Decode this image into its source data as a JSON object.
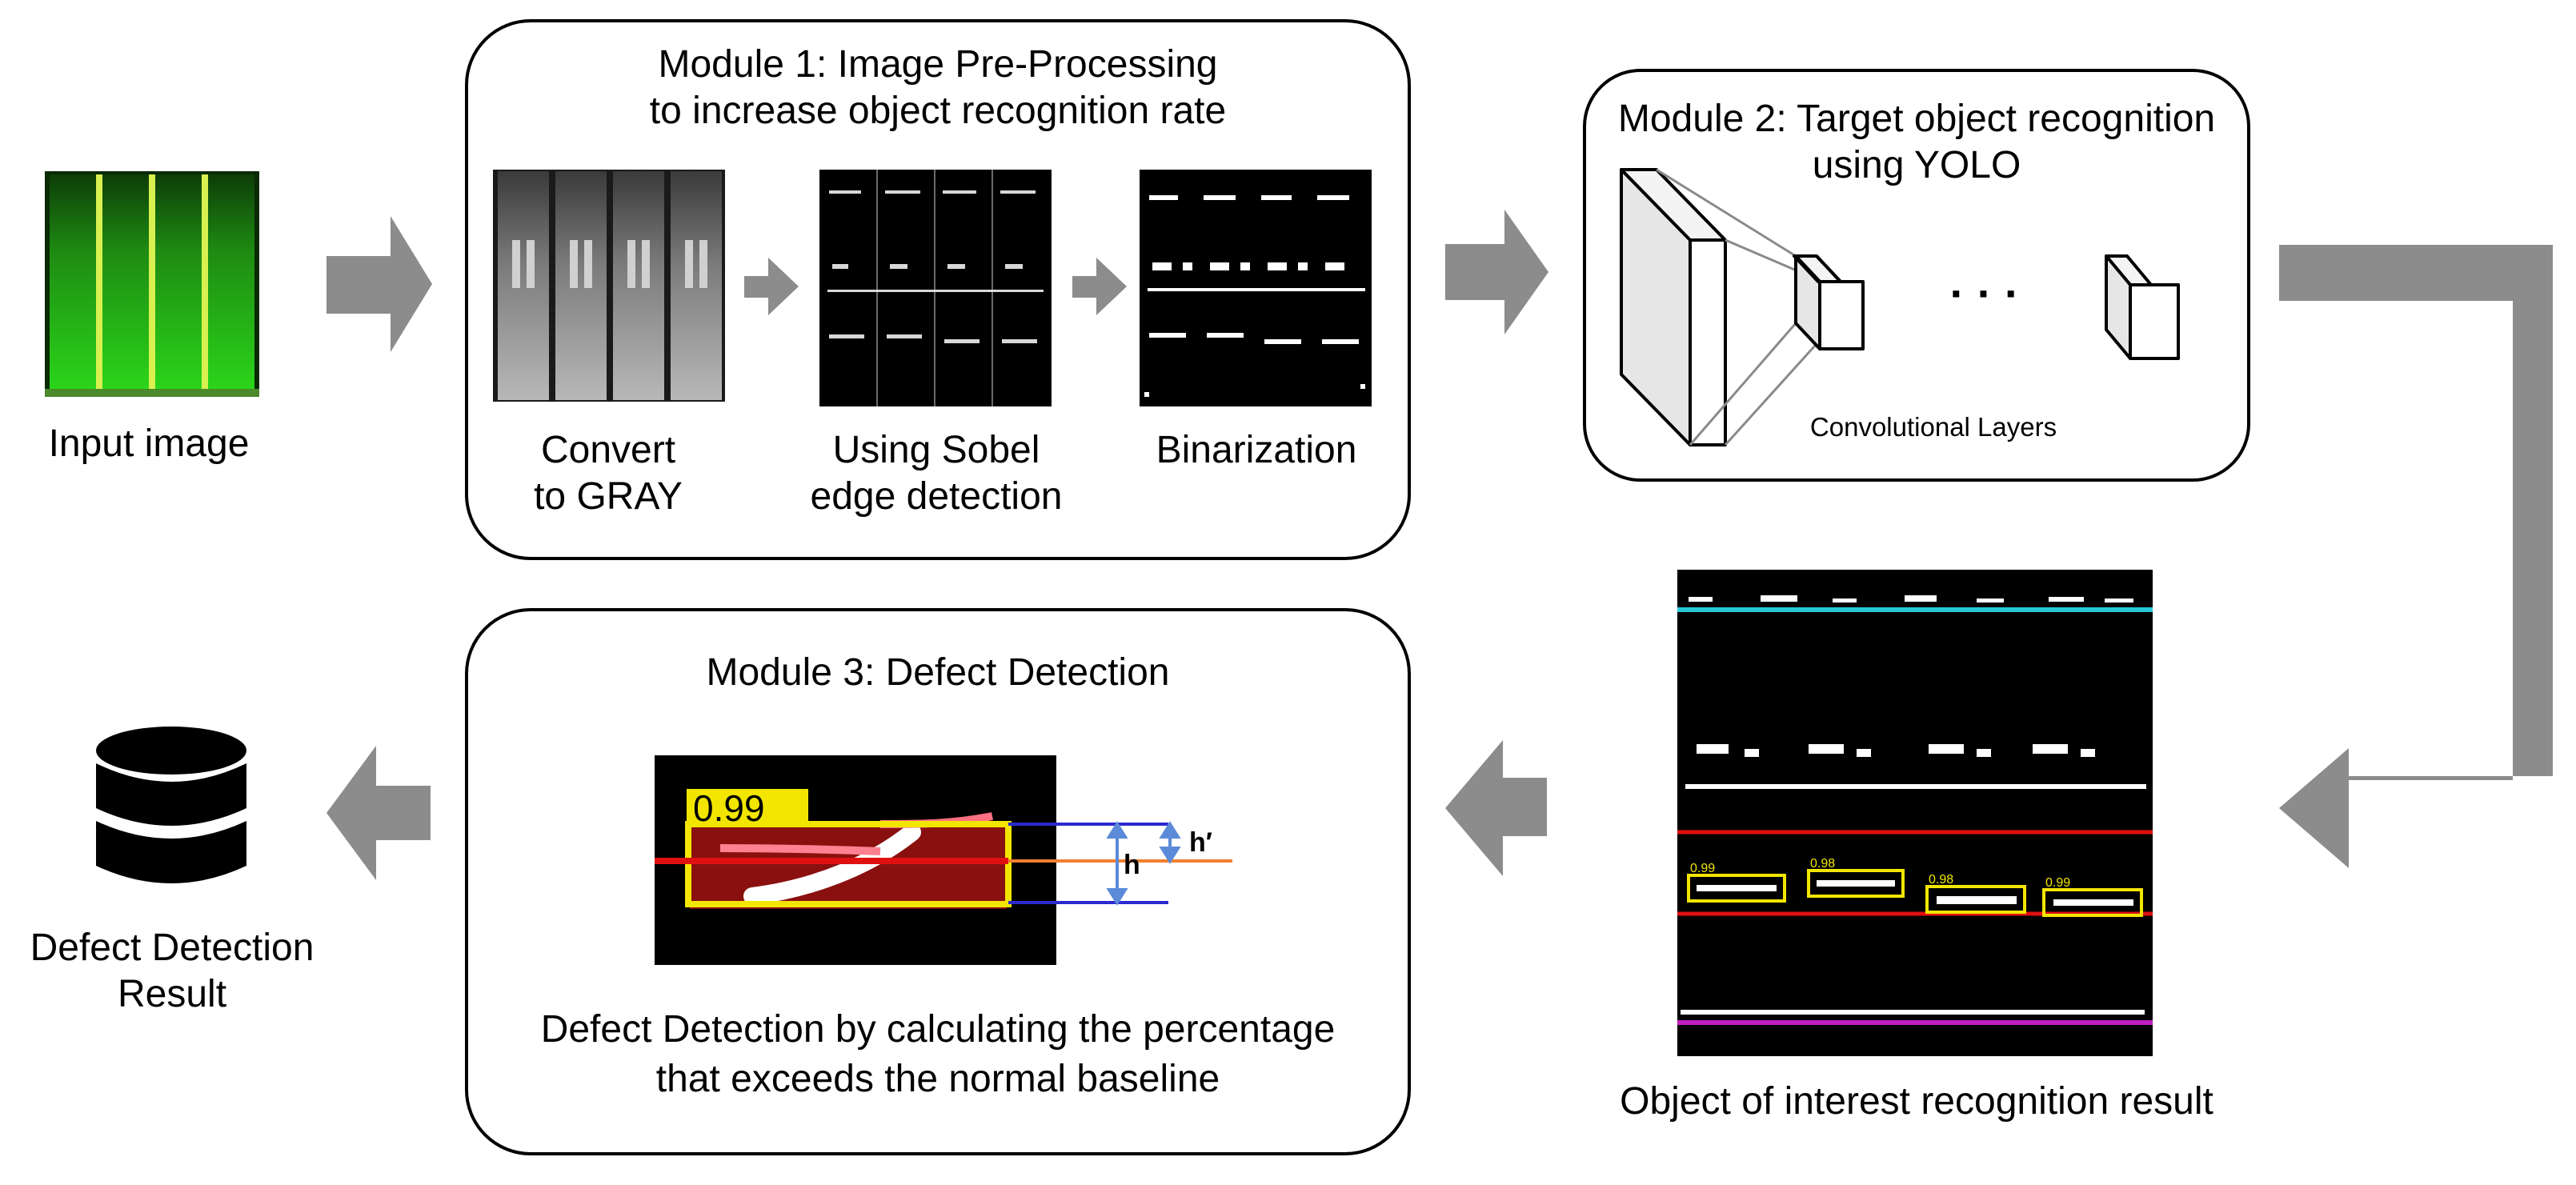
{
  "input_image": {
    "caption": "Input image"
  },
  "module1": {
    "title_line1": "Module 1: Image Pre-Processing",
    "title_line2": "to increase object recognition rate",
    "step1_line1": "Convert",
    "step1_line2": "to GRAY",
    "step2_line1": "Using Sobel",
    "step2_line2": "edge detection",
    "step3": "Binarization"
  },
  "module2": {
    "title_line1": "Module 2: Target object recognition",
    "title_line2": "using YOLO",
    "ellipsis": "· · ·",
    "layers_caption": "Convolutional Layers"
  },
  "recognition": {
    "caption": "Object of interest recognition result",
    "scores": [
      "0.99",
      "0.98",
      "0.98",
      "0.99"
    ]
  },
  "module3": {
    "title": "Module 3: Defect Detection",
    "score": "0.99",
    "h_label": "h",
    "h_prime_label": "h′",
    "desc_line1": "Defect Detection by calculating the percentage",
    "desc_line2": "that exceeds the normal baseline"
  },
  "result": {
    "caption_line1": "Defect Detection",
    "caption_line2": "Result"
  },
  "colors": {
    "arrow": "#8c8c8c",
    "baseline_red": "#e01010",
    "box_yellow": "#f2e600",
    "line_blue": "#2a2ad0",
    "line_cyan": "#28c8d8",
    "line_magenta": "#c020c0",
    "line_orange": "#f08030",
    "tube_green": "#22c814"
  }
}
